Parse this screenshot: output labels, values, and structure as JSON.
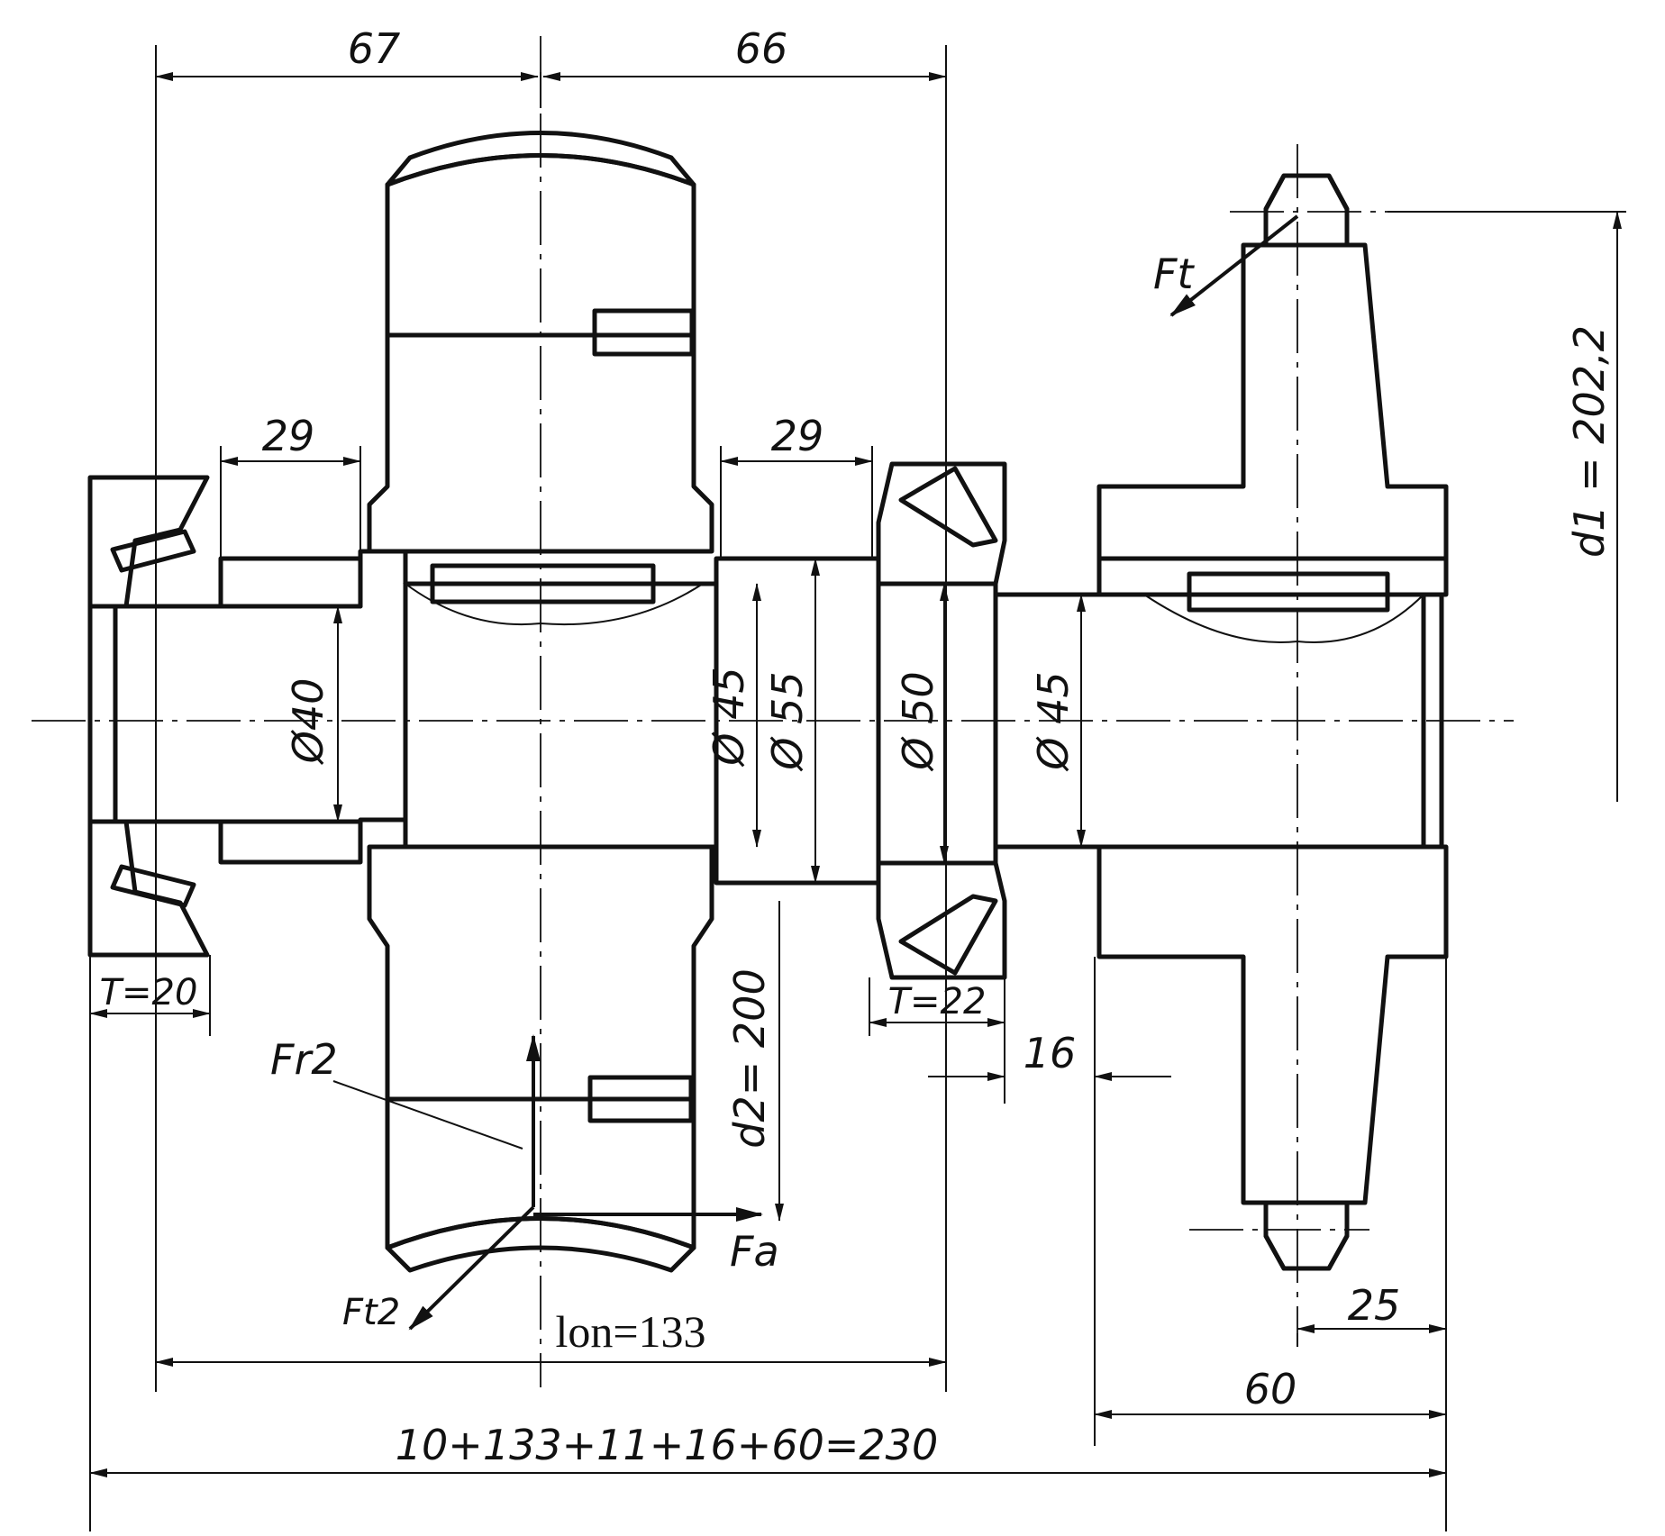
{
  "dimensions": {
    "top_left": "67",
    "top_right": "66",
    "left_bearing_gap": "29",
    "right_bearing_gap": "29",
    "d1": "d1 = 202,2",
    "d2": "d2= 200",
    "dia_40": "Ø40",
    "dia_45_a": "Ø 45",
    "dia_55": "Ø 55",
    "dia_50": "Ø 50",
    "dia_45_b": "Ø 45",
    "T_left": "T=20",
    "T_right": "T=22",
    "gap_16": "16",
    "hub_25": "25",
    "hub_60": "60",
    "l_op": "lon=133",
    "total": "10+133+11+16+60=230"
  },
  "forces": {
    "Ft": "Ft",
    "Fr2": "Fr2",
    "Ft2": "Ft2",
    "Fa": "Fa"
  },
  "colors": {
    "ink": "#111111",
    "paper": "#ffffff"
  }
}
